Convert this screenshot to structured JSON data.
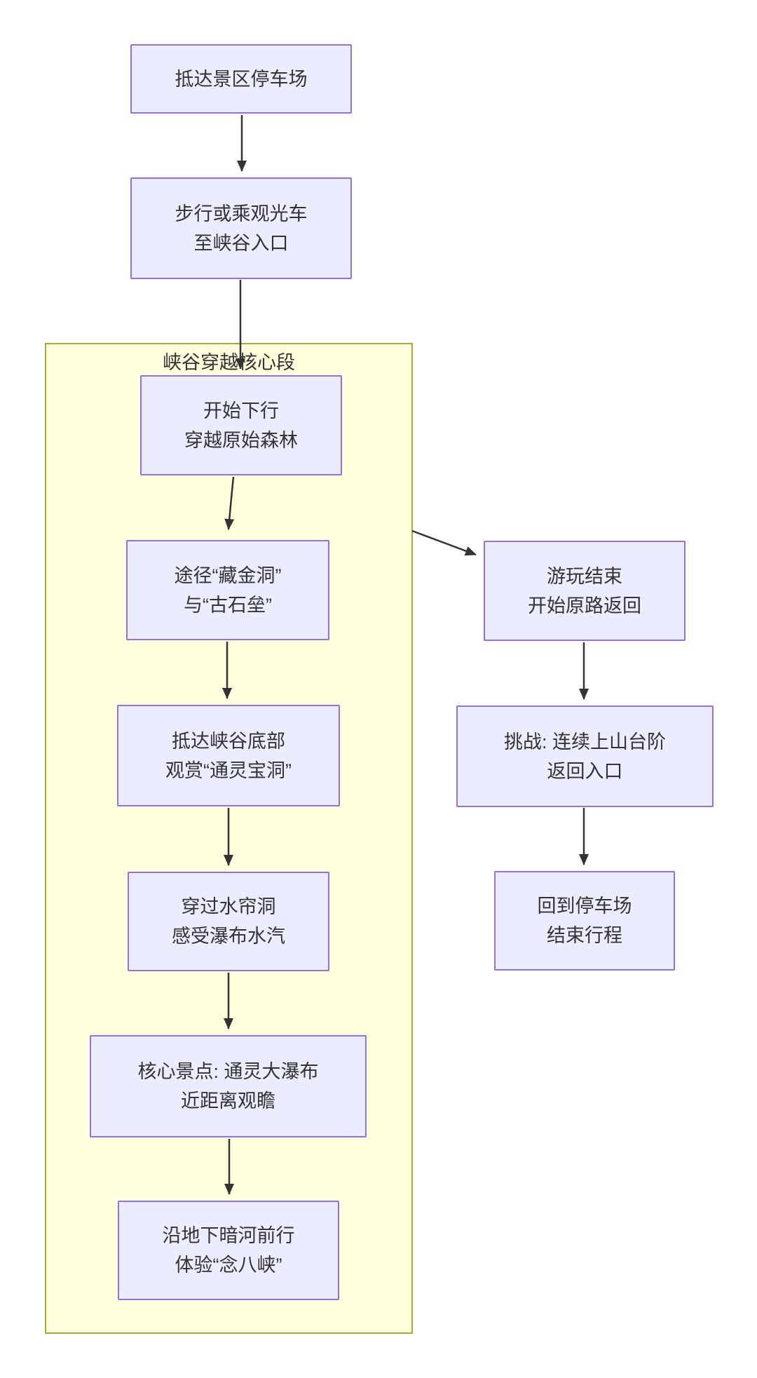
{
  "diagram": {
    "type": "flowchart",
    "direction": "top-down",
    "colors": {
      "background": "#FFFFFF",
      "node_fill": "#ECECFF",
      "node_border": "#9370DB",
      "subgraph_fill": "#FFFFDE",
      "subgraph_border": "#AAAA33",
      "arrow_color": "#333333",
      "text_color": "#333333"
    },
    "subgraph": {
      "id": "canyon_core_section",
      "title": "峡谷穿越核心段"
    },
    "nodes": [
      {
        "id": "arrive_parking",
        "lines": [
          "抵达景区停车场"
        ]
      },
      {
        "id": "walk_to_entrance",
        "lines": [
          "步行或乘观光车",
          "至峡谷入口"
        ]
      },
      {
        "id": "start_descent",
        "lines": [
          "开始下行",
          "穿越原始森林"
        ]
      },
      {
        "id": "pass_caves",
        "lines": [
          "途径“藏金洞”",
          "与“古石垒”"
        ]
      },
      {
        "id": "canyon_bottom",
        "lines": [
          "抵达峡谷底部",
          "观赏“通灵宝洞”"
        ]
      },
      {
        "id": "water_curtain",
        "lines": [
          "穿过水帘洞",
          "感受瀑布水汽"
        ]
      },
      {
        "id": "main_waterfall",
        "lines": [
          "核心景点: 通灵大瀑布",
          "近距离观瞻"
        ]
      },
      {
        "id": "underground_river",
        "lines": [
          "沿地下暗河前行",
          "体验“念八峡”"
        ]
      },
      {
        "id": "tour_end",
        "lines": [
          "游玩结束",
          "开始原路返回"
        ]
      },
      {
        "id": "climb_steps",
        "lines": [
          "挑战: 连续上山台阶",
          "返回入口"
        ]
      },
      {
        "id": "back_to_parking",
        "lines": [
          "回到停车场",
          "结束行程"
        ]
      }
    ],
    "edges": [
      {
        "from": "arrive_parking",
        "to": "walk_to_entrance"
      },
      {
        "from": "walk_to_entrance",
        "to": "start_descent"
      },
      {
        "from": "start_descent",
        "to": "pass_caves"
      },
      {
        "from": "pass_caves",
        "to": "canyon_bottom"
      },
      {
        "from": "canyon_bottom",
        "to": "water_curtain"
      },
      {
        "from": "water_curtain",
        "to": "main_waterfall"
      },
      {
        "from": "main_waterfall",
        "to": "underground_river"
      },
      {
        "from": "canyon_core_section",
        "to": "tour_end"
      },
      {
        "from": "tour_end",
        "to": "climb_steps"
      },
      {
        "from": "climb_steps",
        "to": "back_to_parking"
      }
    ]
  }
}
